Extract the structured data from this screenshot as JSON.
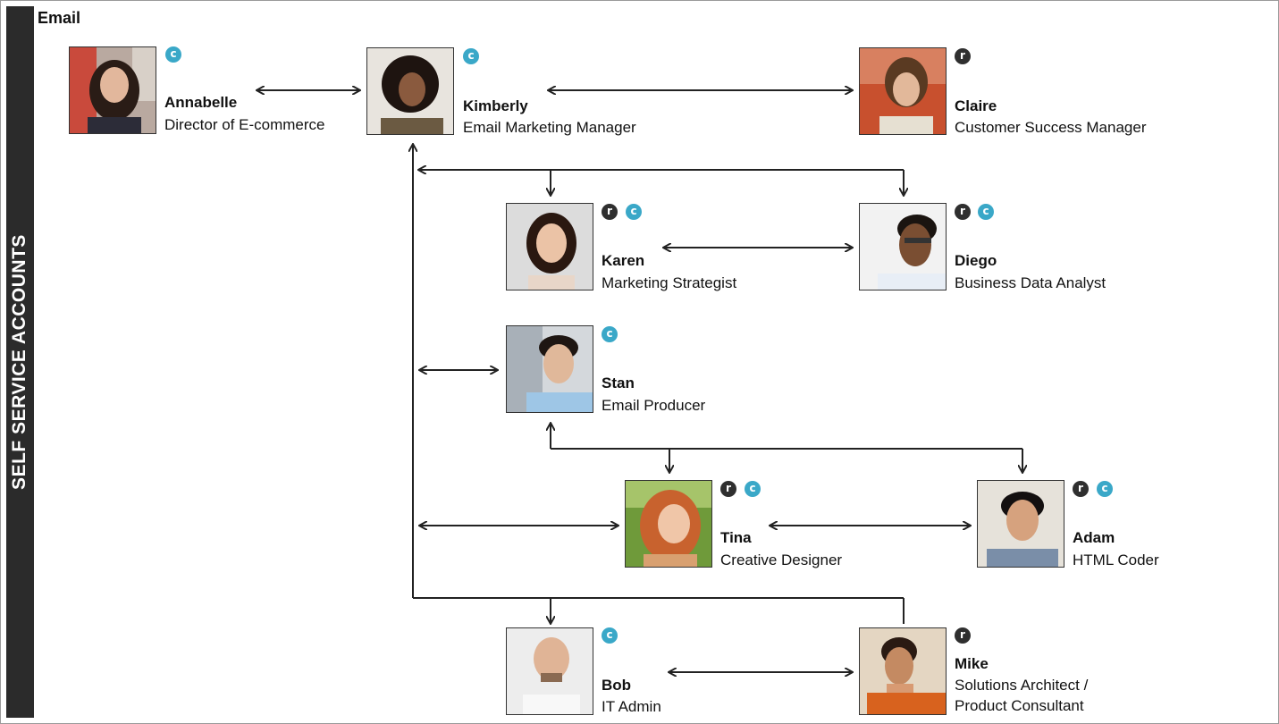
{
  "page_title": "Email",
  "side_label": "SELF SERVICE ACCOUNTS",
  "badges": {
    "reviewer": "r",
    "contributor": "c"
  },
  "colors": {
    "side_bar": "#2b2b2b",
    "badge_r": "#2f2f2f",
    "badge_c": "#3aa8c8",
    "connector": "#222222"
  },
  "people": {
    "annabelle": {
      "name": "Annabelle",
      "role": "Director of E-commerce"
    },
    "kimberly": {
      "name": "Kimberly",
      "role": "Email Marketing Manager"
    },
    "claire": {
      "name": "Claire",
      "role": "Customer Success Manager"
    },
    "karen": {
      "name": "Karen",
      "role": "Marketing Strategist"
    },
    "diego": {
      "name": "Diego",
      "role": "Business Data Analyst"
    },
    "stan": {
      "name": "Stan",
      "role": "Email Producer"
    },
    "tina": {
      "name": "Tina",
      "role": "Creative Designer"
    },
    "adam": {
      "name": "Adam",
      "role": "HTML Coder"
    },
    "bob": {
      "name": "Bob",
      "role": "IT Admin"
    },
    "mike": {
      "name": "Mike",
      "role_line1": "Solutions Architect /",
      "role_line2": "Product Consultant"
    }
  }
}
